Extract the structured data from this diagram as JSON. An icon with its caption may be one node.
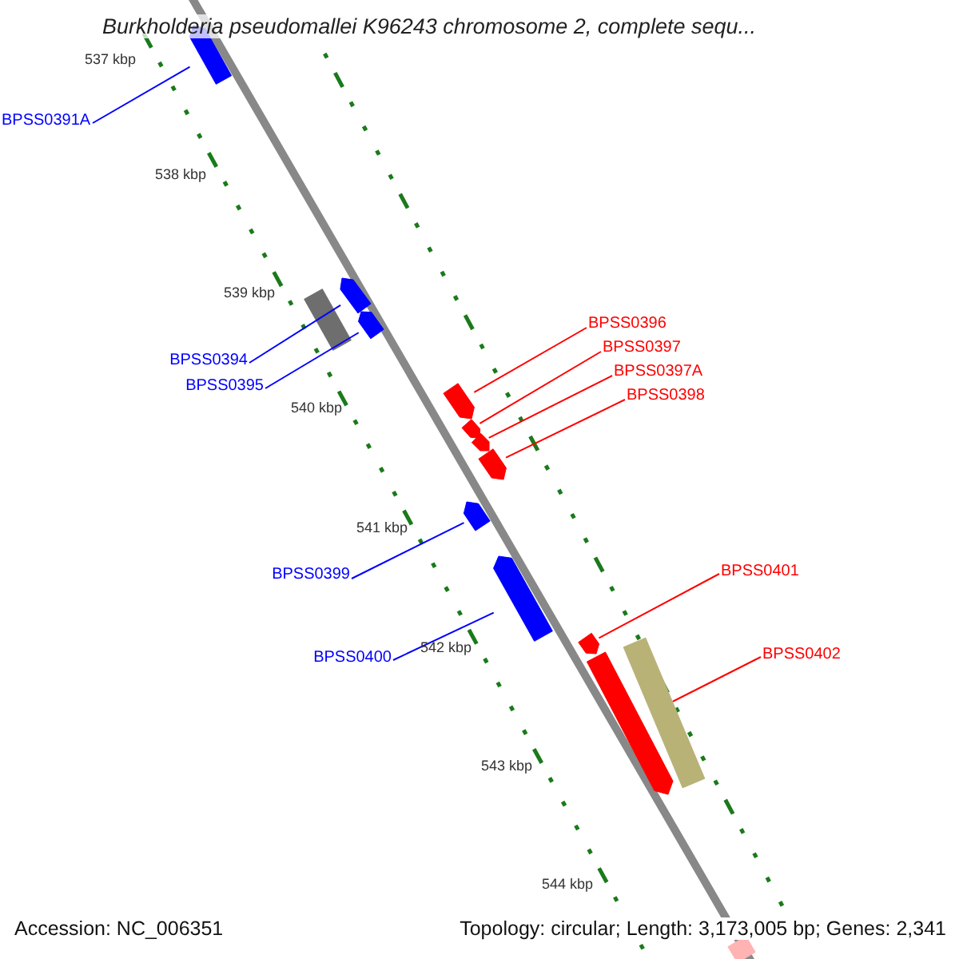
{
  "diagram": {
    "title": "Burkholderia pseudomallei K96243 chromosome 2, complete sequ...",
    "nodes": [
      {
        "text": [
          "BPSS0391A"
        ]
      },
      {
        "text": [],
        "shape": "bar"
      },
      {
        "text": [],
        "shape": "bar"
      },
      {
        "text": [],
        "shape": "bar"
      },
      {
        "text": [],
        "shape": "bar"
      },
      {
        "text": [
          "BPSS0394"
        ]
      },
      {
        "text": [
          "BPSS0395"
        ]
      },
      {
        "text": [
          "BPSS0396"
        ]
      },
      {
        "text": [
          "BPSS0397"
        ]
      },
      {
        "text": [
          "BPSS0397A"
        ]
      },
      {
        "text": [
          "BPSS0398"
        ]
      },
      {
        "text": [],
        "shape": "bar"
      },
      {
        "text": [],
        "shape": "bar"
      },
      {
        "text": [],
        "shape": "bar"
      },
      {
        "text": [],
        "shape": "bar"
      },
      {
        "text": [],
        "shape": "bar"
      },
      {
        "text": [
          "BPSS0399"
        ]
      },
      {
        "text": [],
        "shape": "bar"
      },
      {
        "text": [
          "BPSS0400"
        ]
      },
      {
        "text": [
          "BPSS0401"
        ]
      },
      {
        "text": [
          "BPSS0402"
        ]
      },
      {
        "text": [],
        "shape": "bar"
      },
      {
        "text": [],
        "shape": "bar"
      },
      {
        "text": [],
        "shape": "bar"
      },
      {
        "text": [],
        "shape": "bar"
      }
    ],
    "edges": [
      {
        "from": 0,
        "to": 1,
        "arrow": "none",
        "color": "#0000ff"
      },
      {
        "from": 5,
        "to": 3,
        "arrow": "none",
        "color": "#0000ff"
      },
      {
        "from": 6,
        "to": 4,
        "arrow": "none",
        "color": "#0000ff"
      },
      {
        "from": 7,
        "to": 11,
        "arrow": "none"
      },
      {
        "from": 8,
        "to": 12,
        "arrow": "none"
      },
      {
        "from": 9,
        "to": 13,
        "arrow": "none"
      },
      {
        "from": 10,
        "to": 14,
        "arrow": "none"
      },
      {
        "from": 16,
        "to": 15,
        "arrow": "none",
        "color": "#0000ff"
      },
      {
        "from": 18,
        "to": 17,
        "arrow": "none",
        "color": "#0000ff"
      },
      {
        "from": 19,
        "to": 21,
        "arrow": "none"
      },
      {
        "from": 20,
        "to": 22,
        "arrow": "none"
      }
    ],
    "labels": [
      "537 kbp",
      "538 kbp",
      "539 kbp",
      "540 kbp",
      "541 kbp",
      "542 kbp",
      "543 kbp",
      "544 kbp",
      "Accession: NC_006351",
      "Topology: circular; Length: 3,173,005 bp; Genes: 2,341"
    ]
  }
}
